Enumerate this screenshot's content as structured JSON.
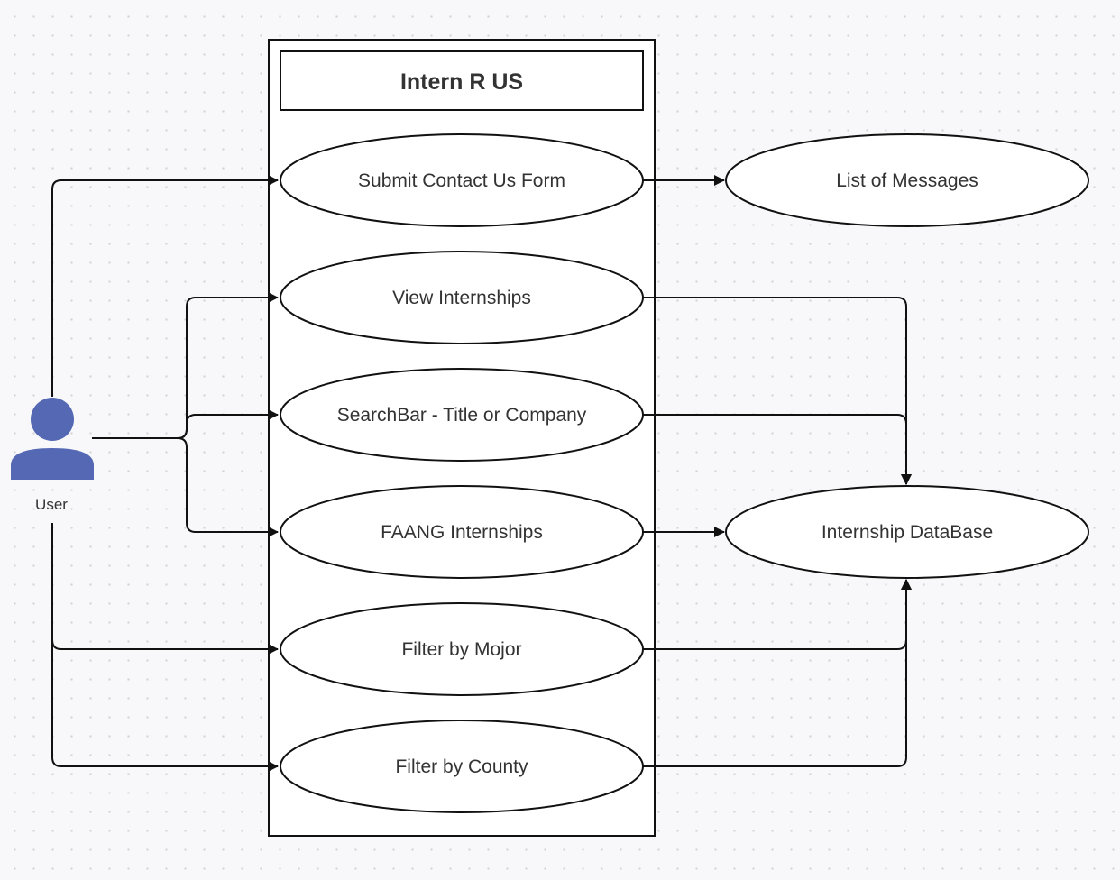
{
  "system": {
    "title": "Intern R US"
  },
  "actor": {
    "label": "User",
    "color": "#5468b4"
  },
  "use_cases": {
    "contact": "Submit Contact Us Form",
    "view": "View Internships",
    "search": "SearchBar - Title or Company",
    "faang": "FAANG Internships",
    "major": "Filter by Mojor",
    "county": "Filter by County"
  },
  "external": {
    "messages": "List of Messages",
    "database": "Internship DataBase"
  },
  "colors": {
    "line": "#111111",
    "text": "#333333",
    "ellipse_fill": "#ffffff"
  }
}
